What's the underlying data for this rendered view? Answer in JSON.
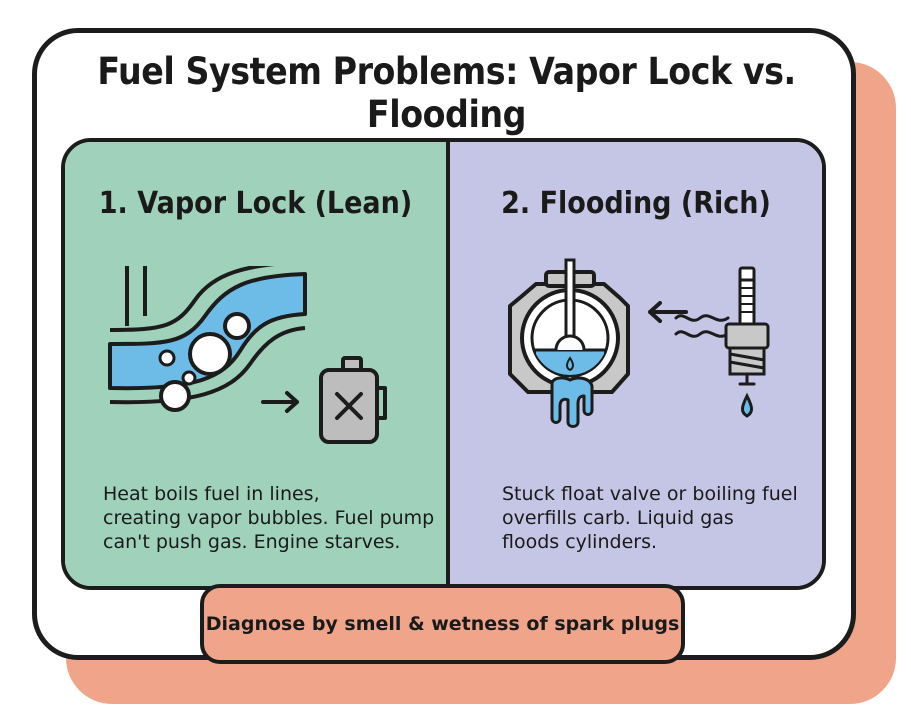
{
  "title": "Fuel System Problems: Vapor Lock vs. Flooding",
  "left_panel": {
    "heading": "1. Vapor Lock (Lean)",
    "lines": [
      "Heat boils fuel in lines,",
      "creating vapor bubbles. Fuel pump",
      "can't push gas.  Engine starves."
    ],
    "icons": [
      "fuel-line-bubbles-icon",
      "arrow-right-icon",
      "empty-fuel-can-icon"
    ]
  },
  "right_panel": {
    "heading": "2. Flooding (Rich)",
    "lines": [
      "Stuck float valve or boiling fuel",
      "overfills carb. Liquid gas",
      "floods cylinders."
    ],
    "icons": [
      "carburetor-overflow-icon",
      "arrow-left-icon",
      "fuel-smell-icon",
      "wet-spark-plug-icon"
    ]
  },
  "footer": "Diagnose by smell & wetness of spark plugs",
  "colors": {
    "left_panel": "#9fd1bb",
    "right_panel": "#c5c5e5",
    "accent": "#f0a58a",
    "fuel": "#6dbce8",
    "outline": "#1c1c1c"
  }
}
